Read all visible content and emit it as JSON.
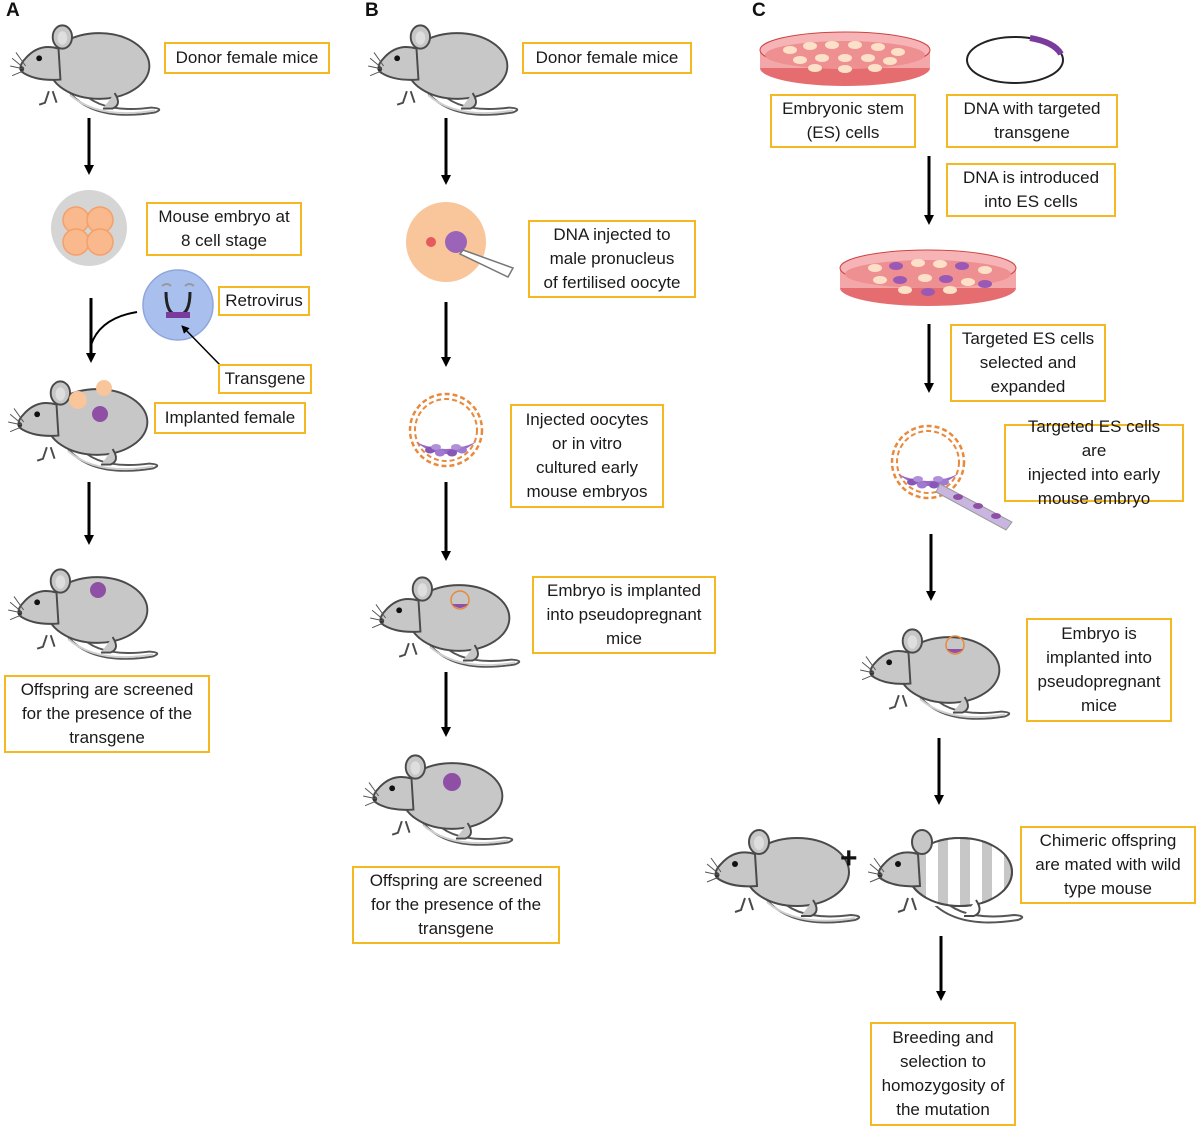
{
  "panels": {
    "a": "A",
    "b": "B",
    "c": "C"
  },
  "panel_a": {
    "donor": "Donor female mice",
    "embryo": "Mouse embryo at\n8 cell stage",
    "retrovirus": "Retrovirus",
    "transgene": "Transgene",
    "implanted": "Implanted female",
    "offspring": "Offspring are screened\nfor the presence of the\ntransgene"
  },
  "panel_b": {
    "donor": "Donor female mice",
    "dna_injected": "DNA injected to\nmale pronucleus\nof fertilised oocyte",
    "injected_oocytes": "Injected oocytes\nor in vitro\ncultured early\nmouse embryos",
    "implanted": "Embryo is implanted\ninto pseudopregnant\nmice",
    "offspring": "Offspring are screened\nfor the presence of the\ntransgene"
  },
  "panel_c": {
    "es_cells": "Embryonic stem\n(ES) cells",
    "dna_targeted": "DNA with targeted\ntransgene",
    "dna_introduced": "DNA is introduced\ninto ES cells",
    "selected": "Targeted ES cells\nselected and\nexpanded",
    "injected": "Targeted ES cells are\ninjected into early\nmouse embryo",
    "implanted": "Embryo is\nimplanted into\npseudopregnant\nmice",
    "plus": "+",
    "chimeric": "Chimeric offspring\nare mated with wild\ntype mouse",
    "breeding": "Breeding and\nselection to\nhomozygosity of\nthe mutation"
  },
  "colors": {
    "label_border": "#f5b820",
    "mouse_body": "#c7c7c7",
    "embryo_orange": "#f9c59a",
    "transgene_purple": "#8e4fa5",
    "dish_pink": "#f08a8f",
    "virus_blue": "#a9bfee"
  },
  "icons": [
    "mouse-icon",
    "embryo-icon",
    "retrovirus-icon",
    "oocyte-icon",
    "blastocyst-icon",
    "petri-dish-icon",
    "plasmid-icon",
    "chimeric-mouse-icon"
  ]
}
